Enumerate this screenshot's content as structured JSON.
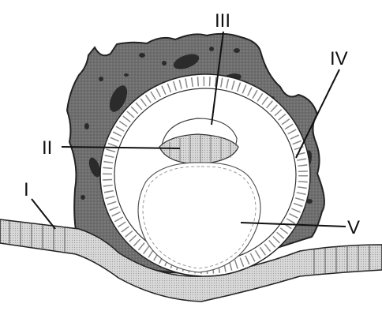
{
  "labels": {
    "I": "I",
    "II": "II",
    "III": "III",
    "IV": "IV",
    "V": "V"
  },
  "colors": {
    "background": "#ffffff",
    "stroma": "#6d6d6d",
    "cell_dark": "#2b2b2b",
    "ink": "#111111"
  }
}
